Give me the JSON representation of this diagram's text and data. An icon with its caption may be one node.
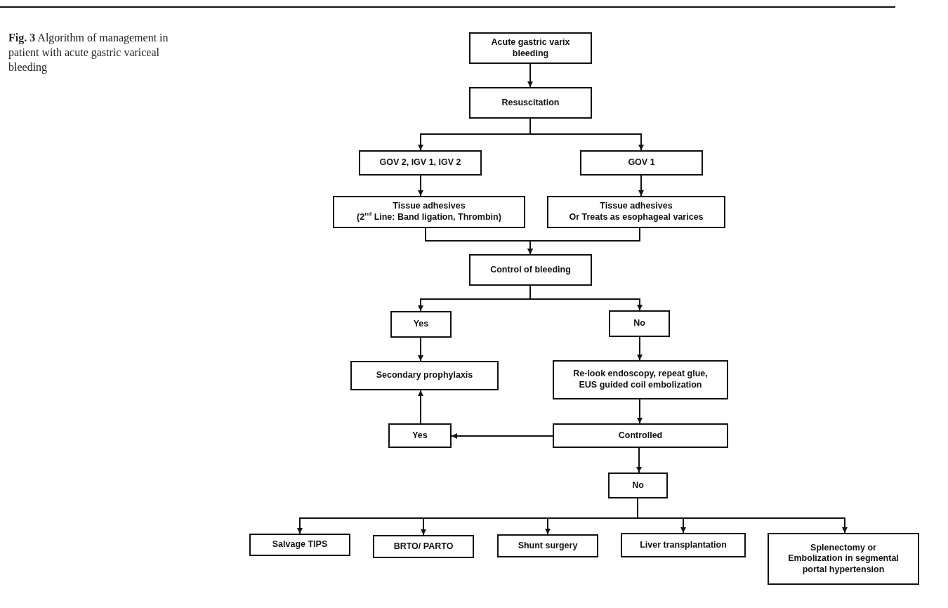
{
  "diagram": {
    "caption": "**Fig. 3** Algorithm of management in patient with acute gastric variceal bleeding",
    "nodes": [
      {
        "text": [
          "Acute gastric varix bleeding"
        ]
      },
      {
        "text": [
          "Resuscitation"
        ]
      },
      {
        "text": [
          "GOV 2, IGV 1, IGV 2"
        ]
      },
      {
        "text": [
          "GOV 1"
        ]
      },
      {
        "text": [
          "Tissue adhesives",
          "(2$^{nd}$ Line: Band ligation, Thrombin)"
        ]
      },
      {
        "text": [
          "Tissue adhesives",
          "Or Treats as esophageal varices"
        ]
      },
      {
        "text": [
          "Control of bleeding"
        ]
      },
      {
        "text": [
          "Yes"
        ]
      },
      {
        "text": [
          "No"
        ]
      },
      {
        "text": [
          "Secondary prophylaxis"
        ]
      },
      {
        "text": [
          "Re-look endoscopy, repeat glue, EUS guided coil embolization"
        ]
      },
      {
        "text": [
          "Yes"
        ]
      },
      {
        "text": [
          "Controlled"
        ]
      },
      {
        "text": [
          "No"
        ]
      },
      {
        "text": [
          "Salvage TIPS"
        ]
      },
      {
        "text": [
          "BRTO/ PARTO"
        ]
      },
      {
        "text": [
          "Shunt surgery"
        ]
      },
      {
        "text": [
          "Liver transplantation"
        ]
      },
      {
        "text": [
          "Splenectomy or Embolization in segmental portal hypertension"
        ]
      }
    ],
    "edges": [
      {
        "from": 0,
        "to": 1,
        "arrow": "to"
      },
      {
        "from": 1,
        "to": 2,
        "arrow": "to"
      },
      {
        "from": 1,
        "to": 3,
        "arrow": "to"
      },
      {
        "from": 2,
        "to": 4,
        "arrow": "to"
      },
      {
        "from": 3,
        "to": 5,
        "arrow": "to"
      },
      {
        "from": 4,
        "to": 6,
        "arrow": "to"
      },
      {
        "from": 5,
        "to": 6,
        "arrow": "to"
      },
      {
        "from": 6,
        "to": 7,
        "arrow": "to"
      },
      {
        "from": 6,
        "to": 8,
        "arrow": "to"
      },
      {
        "from": 7,
        "to": 9,
        "arrow": "to"
      },
      {
        "from": 8,
        "to": 10,
        "arrow": "to"
      },
      {
        "from": 10,
        "to": 12,
        "arrow": "to"
      },
      {
        "from": 12,
        "to": 11,
        "arrow": "to"
      },
      {
        "from": 11,
        "to": 9,
        "arrow": "to"
      },
      {
        "from": 12,
        "to": 13,
        "arrow": "to"
      },
      {
        "from": 13,
        "to": 14,
        "arrow": "to"
      },
      {
        "from": 13,
        "to": 15,
        "arrow": "to"
      },
      {
        "from": 13,
        "to": 16,
        "arrow": "to"
      },
      {
        "from": 13,
        "to": 17,
        "arrow": "to"
      },
      {
        "from": 13,
        "to": 18,
        "arrow": "to"
      }
    ]
  }
}
